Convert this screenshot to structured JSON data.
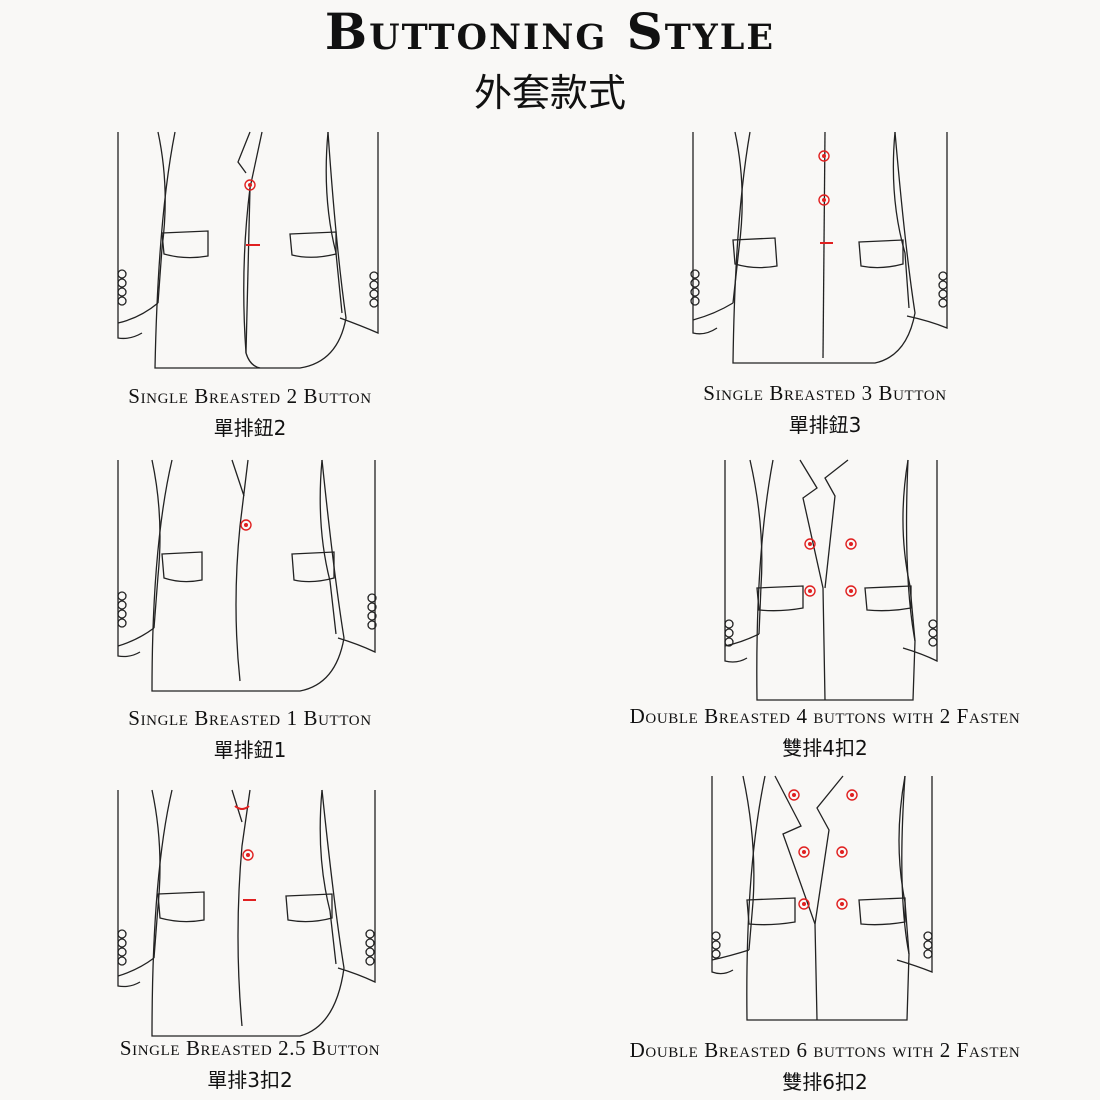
{
  "title": "Buttoning Style",
  "subtitle": "外套款式",
  "styles": [
    {
      "name": "Single Breasted 2 Button",
      "name_cn": "單排鈕2"
    },
    {
      "name": "Single Breasted 3 Button",
      "name_cn": "單排鈕3"
    },
    {
      "name": "Single Breasted 1 Button",
      "name_cn": "單排鈕1"
    },
    {
      "name": "Double Breasted 4 buttons with 2 Fasten",
      "name_cn": "雙排4扣2"
    },
    {
      "name": "Single Breasted 2.5 Button",
      "name_cn": "單排3扣2"
    },
    {
      "name": "Double Breasted 6 buttons with 2 Fasten",
      "name_cn": "雙排6扣2"
    }
  ],
  "colors": {
    "button": "#e02020",
    "line": "#222222",
    "background": "#f9f8f6"
  }
}
